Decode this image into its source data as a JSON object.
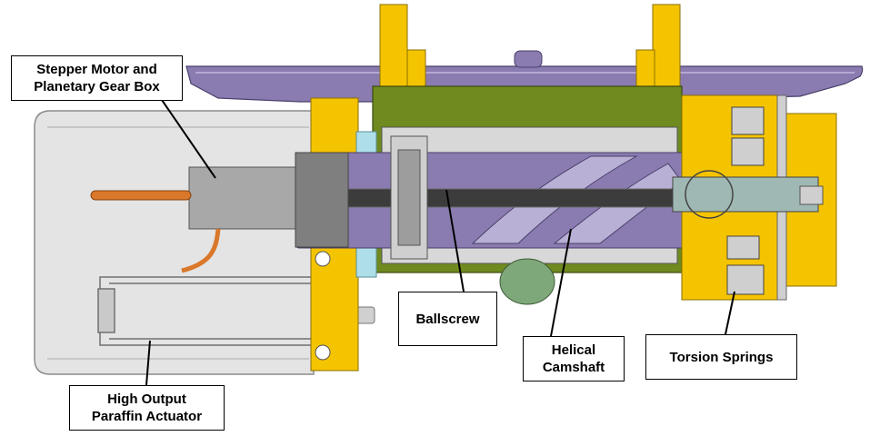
{
  "labels": {
    "stepper_motor": "Stepper Motor and\nPlanetary Gear Box",
    "paraffin_actuator": "High Output\nParaffin Actuator",
    "ballscrew": "Ballscrew",
    "helical_camshaft": "Helical\nCamshaft",
    "torsion_springs": "Torsion Springs"
  },
  "colors": {
    "housing_gray": "#e4e4e4",
    "purple": "#8a7bb0",
    "yellow": "#f5c400",
    "olive": "#6f8a1f",
    "rod_dark": "#3c3c3c",
    "copper": "#d9772a",
    "green_wheel": "#7fa87a",
    "cyan": "#aedfe8"
  }
}
